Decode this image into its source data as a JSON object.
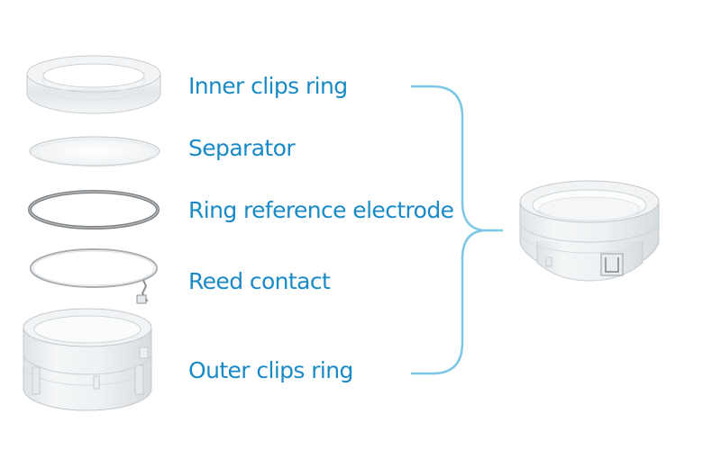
{
  "colors": {
    "label_text": "#1a8ac6",
    "bracket": "#7cc7e6",
    "part_fill": "#eef1f3",
    "part_edge": "#c9ced2",
    "electrode_metal": "#8a8e91"
  },
  "parts": [
    {
      "id": "inner",
      "label": "Inner clips ring"
    },
    {
      "id": "separator",
      "label": "Separator"
    },
    {
      "id": "ring-electrode",
      "label": "Ring reference electrode"
    },
    {
      "id": "reed",
      "label": "Reed contact"
    },
    {
      "id": "outer",
      "label": "Outer clips ring"
    }
  ]
}
